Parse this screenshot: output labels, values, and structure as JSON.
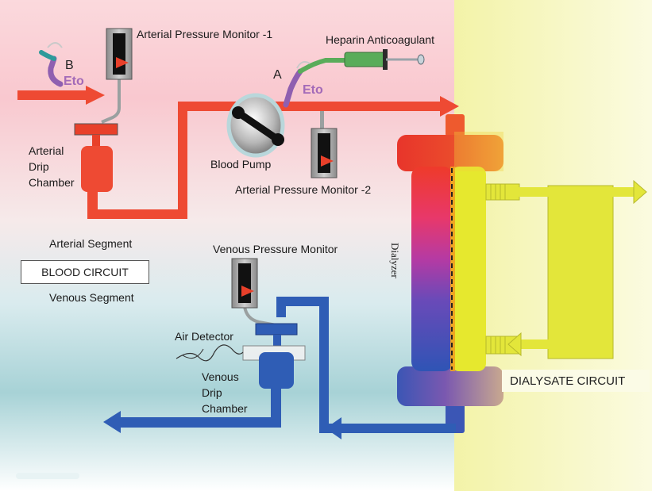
{
  "labels": {
    "arterial_pressure_monitor_1": "Arterial Pressure Monitor -1",
    "heparin": "Heparin Anticoagulant",
    "point_a": "A",
    "point_b": "B",
    "eto_a": "Eto",
    "eto_b": "Eto",
    "arterial_drip_chamber": "Arterial\nDrip\nChamber",
    "blood_pump": "Blood Pump",
    "arterial_pressure_monitor_2": "Arterial Pressure Monitor -2",
    "arterial_segment": "Arterial Segment",
    "blood_circuit": "BLOOD CIRCUIT",
    "venous_segment": "Venous Segment",
    "venous_pressure_monitor": "Venous Pressure Monitor",
    "air_detector": "Air Detector",
    "venous_drip_chamber": "Venous\nDrip\nChamber",
    "dialyzer": "Dialyzer",
    "dialysate_circuit": "DIALYSATE CIRCUIT"
  },
  "colors": {
    "arterial_line": "#ee4a33",
    "venous_line": "#2f5db5",
    "dialysate": "#e3e63a",
    "eto_purple": "#8f5fb0",
    "heparin_green": "#5aac5a",
    "monitor_pointer": "#e8402a"
  }
}
